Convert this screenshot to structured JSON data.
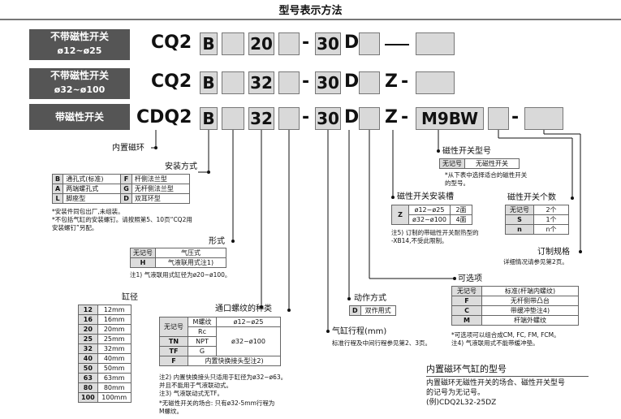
{
  "title": "型号表示方法",
  "rows": [
    {
      "title": "不带磁性开关",
      "sub": "ø12~ø25"
    },
    {
      "title": "不带磁性开关",
      "sub": "ø32~ø100"
    },
    {
      "title": "带磁性开关",
      "sub": ""
    }
  ],
  "code": {
    "r1": "CQ2",
    "r2": "CQ2",
    "r3": "CDQ2",
    "B": "B",
    "b20": "20",
    "b32": "32",
    "dash": "-",
    "s30": "30",
    "D": "D",
    "Z": "Z",
    "M9BW": "M9BW",
    "emdash": "—"
  },
  "built_in_magnet": "内置磁环",
  "mount": {
    "title": "安装方式",
    "rows": [
      [
        "B",
        "通孔式(标准)",
        "F",
        "杆侧法兰型"
      ],
      [
        "A",
        "两端螺孔式",
        "G",
        "无杆侧法兰型"
      ],
      [
        "L",
        "脚座型",
        "D",
        "双耳环型"
      ]
    ],
    "notes": [
      "*安装件同包出厂,未组装。",
      "*不包括气缸的安装螺钉。请按照第5、10页“CQ2用",
      "   安装螺钉”另配。"
    ]
  },
  "form": {
    "title": "形式",
    "rows": [
      [
        "无记号",
        "气压式"
      ],
      [
        "H",
        "气液联用式注1)"
      ]
    ],
    "note": "注1) 气液联用式缸径为ø20~ø100。"
  },
  "bore": {
    "title": "缸径",
    "rows": [
      [
        "12",
        "12mm"
      ],
      [
        "16",
        "16mm"
      ],
      [
        "20",
        "20mm"
      ],
      [
        "25",
        "25mm"
      ],
      [
        "32",
        "32mm"
      ],
      [
        "40",
        "40mm"
      ],
      [
        "50",
        "50mm"
      ],
      [
        "63",
        "63mm"
      ],
      [
        "80",
        "80mm"
      ],
      [
        "100",
        "100mm"
      ]
    ]
  },
  "port": {
    "title": "通口螺纹的种类",
    "c_none": "无记号",
    "c_M": "M螺纹",
    "c_Rc": "Rc",
    "c_TN": "TN",
    "c_NPT": "NPT",
    "c_TF": "TF",
    "c_G": "G",
    "c_F": "F",
    "c_Fdesc": "内置快换接头型注2)",
    "r1": "ø12~ø25",
    "r2": "ø32~ø100",
    "notes": [
      "注2) 内置快换接头只适用于缸径为ø32~ø63。",
      "      并且不能用于气液联动式。",
      "注3) 气液联动式无TF。",
      "*无磁性开关的场合: 只有ø32-5mm行程为",
      "      M螺纹。"
    ]
  },
  "stroke": {
    "title": "气缸行程(mm)",
    "note": "标准行程及中间行程参见第2、3页。"
  },
  "action": {
    "title": "动作方式",
    "k": "D",
    "v": "双作用式"
  },
  "sw_model": {
    "title": "磁性开关型号",
    "k": "无记号",
    "v": "无磁性开关",
    "notes": [
      "*从下表中选择适合的磁性开关",
      "  的型号。"
    ]
  },
  "sw_groove": {
    "title": "磁性开关安装槽",
    "k": "Z",
    "r1a": "ø12~ø25",
    "r1b": "2面",
    "r2a": "ø32~ø100",
    "r2b": "4面",
    "notes": [
      "注5) 订制的带磁性开关耐热型的",
      "      -XB14,不受此限制。"
    ]
  },
  "sw_count": {
    "title": "磁性开关个数",
    "rows": [
      [
        "无记号",
        "2个"
      ],
      [
        "S",
        "1个"
      ],
      [
        "n",
        "n个"
      ]
    ]
  },
  "custom": {
    "title": "订制规格",
    "note": "详细情况请参见第2页。"
  },
  "options": {
    "title": "可选项",
    "rows": [
      [
        "无记号",
        "标准(杆端内螺纹)"
      ],
      [
        "F",
        "无杆侧带凸台"
      ],
      [
        "C",
        "带缓冲垫注4)"
      ],
      [
        "M",
        "杆端外螺纹"
      ]
    ],
    "notes": [
      "*可选项可以组合成CM, FC, FM, FCM。",
      "注4) 气液联用式不能带缓冲垫。"
    ]
  },
  "magnet_model": {
    "title": "内置磁环气缸的型号",
    "lines": [
      "内置磁环无磁性开关的场合、磁性开关型号",
      "的记号为无记号。",
      "(例)CDQ2L32-25DZ"
    ]
  }
}
